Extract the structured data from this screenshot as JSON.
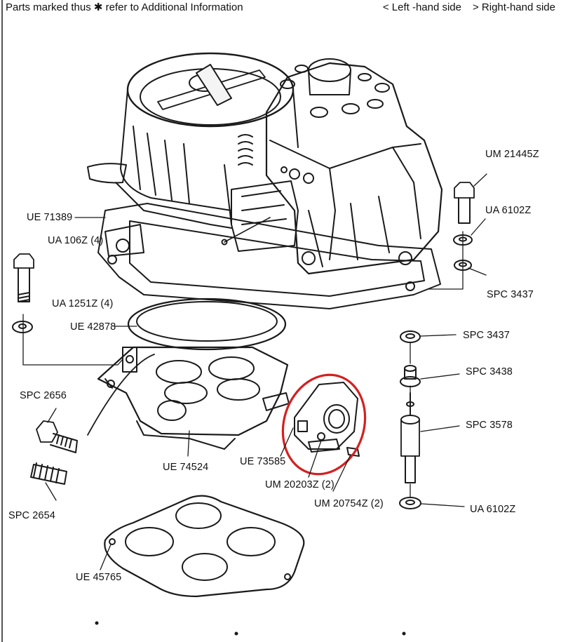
{
  "header": {
    "note": "Parts marked thus ✱ refer to Additional Information",
    "left_hand_side": "< Left -hand side",
    "right_hand_side": "> Right-hand side"
  },
  "callouts": {
    "um_21445z": "UM 21445Z",
    "ua_6102z_top": "UA 6102Z",
    "spc_3437_a": "SPC 3437",
    "spc_3437_b": "SPC 3437",
    "spc_3438": "SPC 3438",
    "spc_3578": "SPC 3578",
    "ua_6102z_bottom": "UA 6102Z",
    "ue_71389": "UE 71389",
    "ua_106z": "UA 106Z (4)",
    "ua_1251z": "UA 1251Z (4)",
    "ue_42878": "UE 42878",
    "spc_2656": "SPC 2656",
    "spc_2654": "SPC 2654",
    "ue_74524": "UE 74524",
    "ue_73585": "UE 73585",
    "um_20203z": "UM 20203Z (2)",
    "um_20754z": "UM 20754Z (2)",
    "ue_45765": "UE 45765"
  },
  "highlight_color": "#d42020",
  "line_color": "#1a1a1a"
}
